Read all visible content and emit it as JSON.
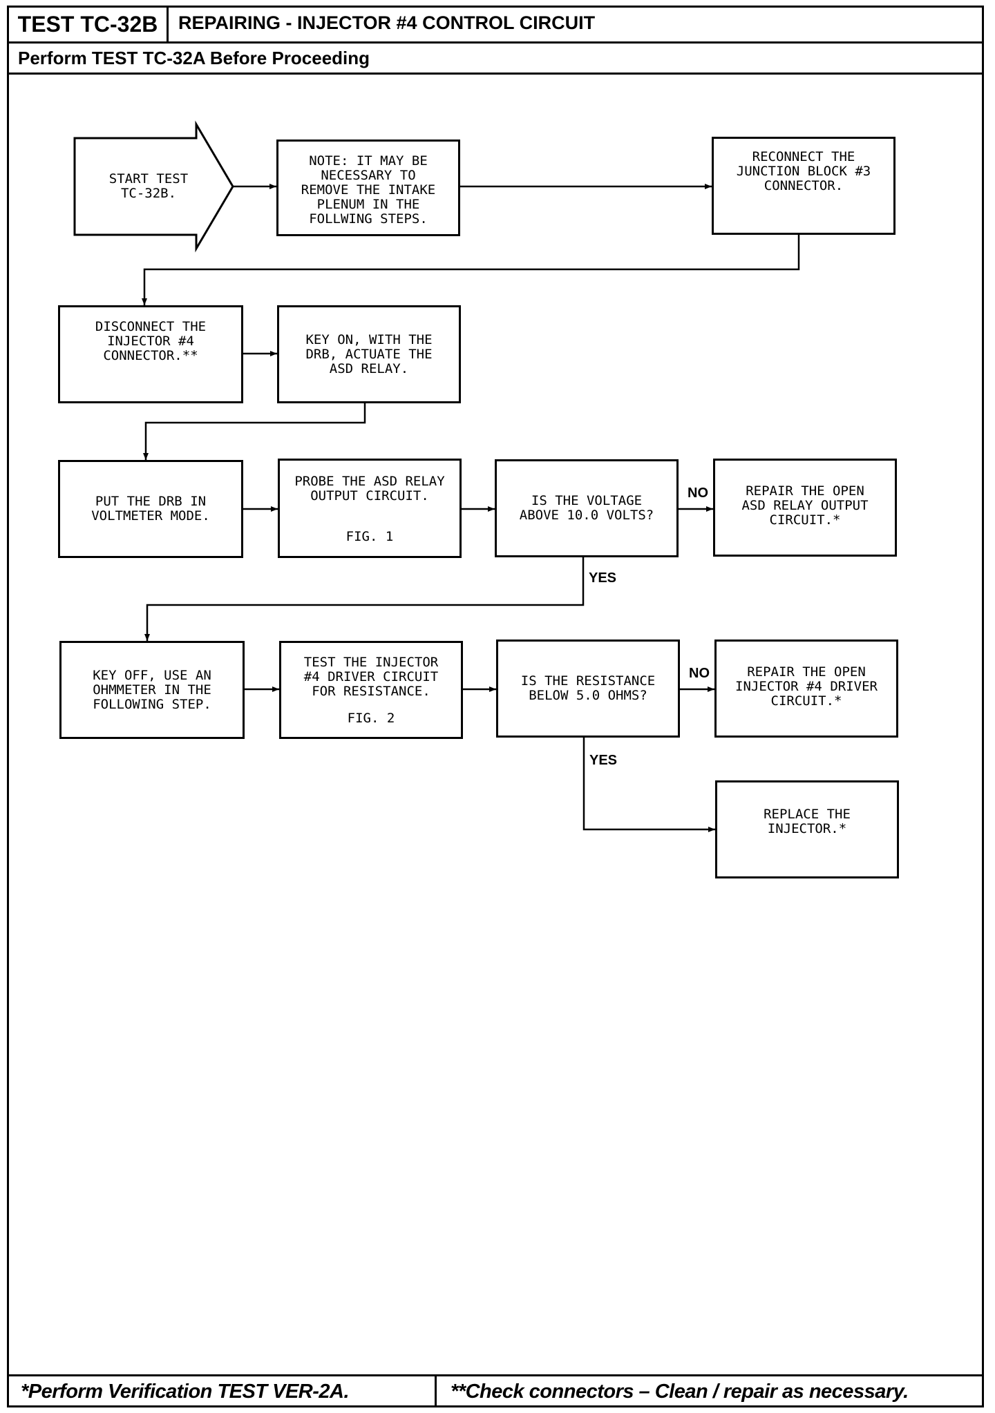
{
  "header": {
    "test_id": "TEST TC-32B",
    "title": "REPAIRING - INJECTOR #4 CONTROL CIRCUIT",
    "subtitle": "Perform TEST TC-32A Before Proceeding"
  },
  "steps": {
    "start": "START TEST\nTC-32B.",
    "note": "NOTE: IT MAY BE\nNECESSARY TO\nREMOVE THE INTAKE\nPLENUM IN THE\nFOLLWING STEPS.",
    "reconnect": "RECONNECT THE\nJUNCTION BLOCK #3\nCONNECTOR.",
    "disconnect": "DISCONNECT THE\nINJECTOR #4\nCONNECTOR.**",
    "key_on": "KEY ON, WITH THE\nDRB, ACTUATE THE\nASD RELAY.",
    "voltmeter": "PUT THE DRB IN\nVOLTMETER MODE.",
    "probe": "PROBE THE ASD RELAY\nOUTPUT CIRCUIT.",
    "probe_fig": "FIG. 1",
    "voltage_q": "IS THE VOLTAGE\nABOVE 10.0 VOLTS?",
    "repair_asd": "REPAIR THE OPEN\nASD RELAY OUTPUT\nCIRCUIT.*",
    "key_off": "KEY OFF, USE AN\nOHMMETER IN THE\nFOLLOWING STEP.",
    "test_injector": "TEST THE INJECTOR\n#4 DRIVER CIRCUIT\nFOR RESISTANCE.",
    "test_fig": "FIG. 2",
    "resistance_q": "IS THE RESISTANCE\nBELOW 5.0 OHMS?",
    "repair_injector": "REPAIR THE OPEN\nINJECTOR #4 DRIVER\nCIRCUIT.*",
    "replace": "REPLACE THE\nINJECTOR.*"
  },
  "labels": {
    "no": "NO",
    "yes": "YES"
  },
  "footer": {
    "note_single": "*Perform Verification TEST VER-2A.",
    "note_double": "**Check connectors – Clean / repair as necessary."
  }
}
